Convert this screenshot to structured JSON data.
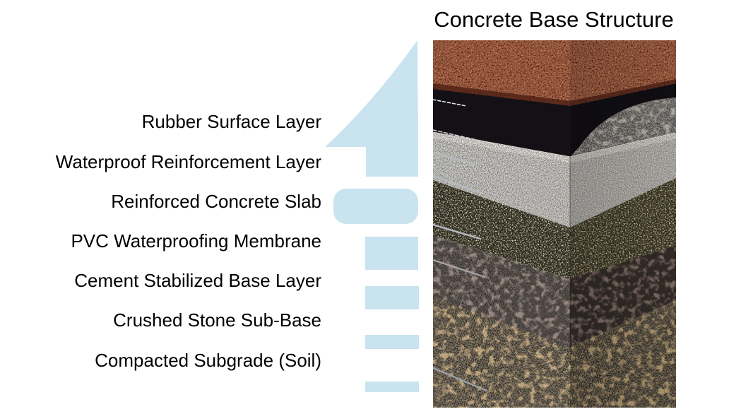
{
  "title": {
    "text": "Concrete Base Structure"
  },
  "layer_labels": [
    {
      "label": "Rubber Surface Layer"
    },
    {
      "label": "Waterproof Reinforcement Layer"
    },
    {
      "label": "Reinforced Concrete Slab"
    },
    {
      "label": "PVC Waterproofing Membrane"
    },
    {
      "label": "Cement Stabilized Base Layer"
    },
    {
      "label": "Crushed Stone Sub-Base"
    },
    {
      "label": "Compacted Subgrade (Soil)"
    }
  ],
  "decor": {
    "accent_color": "#c9e3ef"
  },
  "photo": {
    "faces": {
      "rubber_top": "#7c2517",
      "rubber_edge": "#471b10",
      "membrane_left": "#17141a",
      "membrane_right": "#100e13",
      "aggregate_behind": "#97918a",
      "concrete_left": "#c9c7c2",
      "concrete_right": "#d2cfc9",
      "concrete_highlight": "#edeae4",
      "pvc_left": "#ddd4ac",
      "pvc_right": "#d0c394",
      "cement_left": "#8b7a71",
      "cement_right": "#7c6b62",
      "stone_left": "#ac8e60",
      "stone_right": "#9b7e50",
      "pin_color": "#b6bac0"
    }
  }
}
